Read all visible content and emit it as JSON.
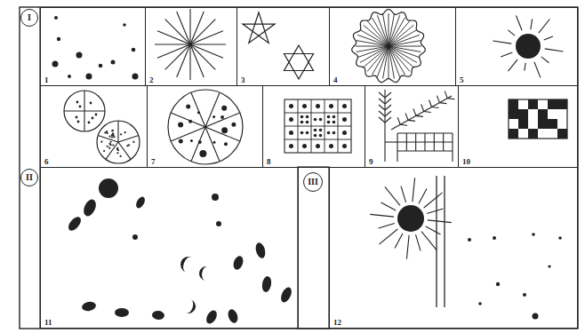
{
  "diagram": {
    "nodes": [
      {
        "text": [
          "I"
        ]
      },
      {
        "text": [
          "1"
        ]
      },
      {
        "text": [
          "2"
        ]
      },
      {
        "text": [
          "3"
        ]
      },
      {
        "text": [
          "4"
        ]
      },
      {
        "text": [
          "5"
        ]
      },
      {
        "text": [
          "6"
        ]
      },
      {
        "text": [
          "7"
        ]
      },
      {
        "text": [
          "8"
        ]
      },
      {
        "text": [
          "9"
        ]
      },
      {
        "text": [
          "10"
        ]
      },
      {
        "text": [
          "II"
        ]
      },
      {
        "text": [
          "11"
        ]
      },
      {
        "text": [
          "III"
        ]
      },
      {
        "text": [
          "12"
        ]
      }
    ]
  }
}
